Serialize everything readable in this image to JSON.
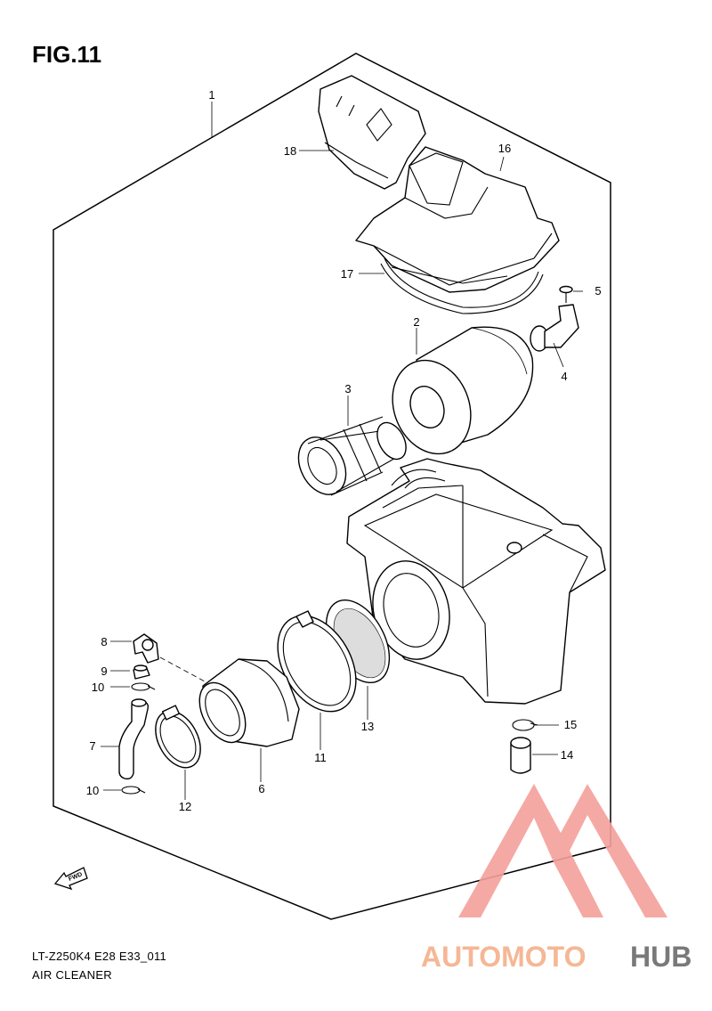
{
  "figure": {
    "title": "FIG.11"
  },
  "footer": {
    "model_code": "LT-Z250K4 E28 E33_011",
    "assembly_name": "AIR CLEANER"
  },
  "callouts": [
    "1",
    "2",
    "3",
    "4",
    "5",
    "6",
    "7",
    "8",
    "9",
    "10",
    "10",
    "11",
    "12",
    "13",
    "14",
    "15",
    "16",
    "17",
    "18"
  ],
  "fwd_label": "FWD",
  "watermark": {
    "part1": "AUTOMOTO",
    "part2": "HUB",
    "color_primary": "#f4a09a",
    "color_secondary": "#f7c58a",
    "color_dark": "#6b6b6b"
  }
}
